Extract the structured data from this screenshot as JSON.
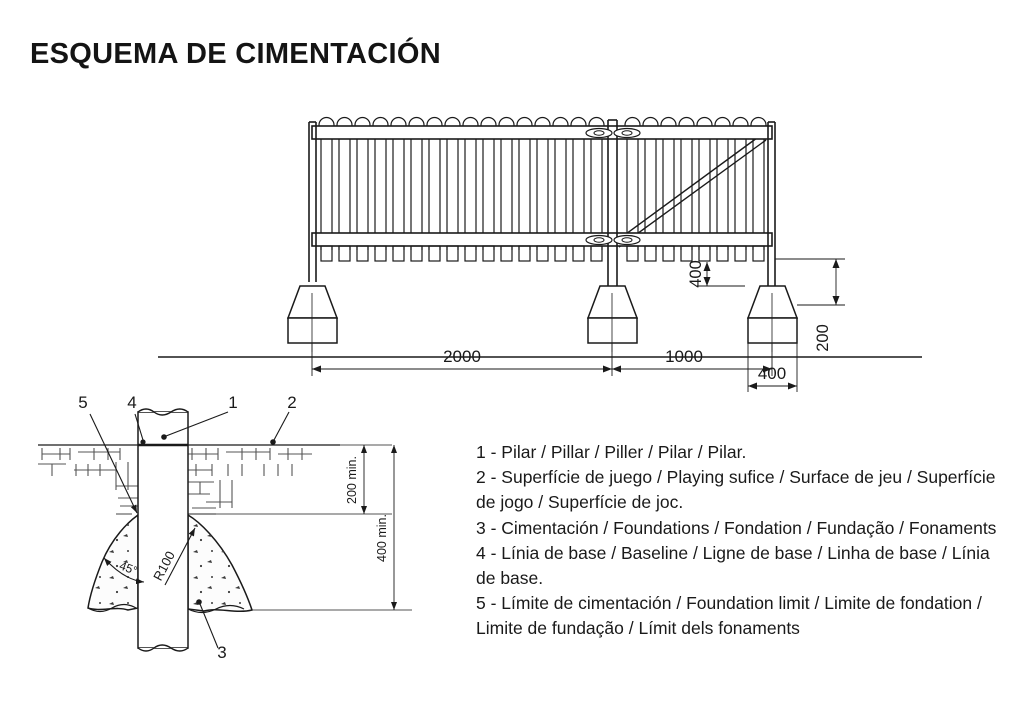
{
  "page": {
    "title": "ESQUEMA DE CIMENTACIÓN",
    "background_color": "#ffffff",
    "line_color": "#1a1a1a"
  },
  "elevation": {
    "name": "fence-foundation-elevation",
    "dimensions": {
      "span_left": "2000",
      "span_right": "1000",
      "footing_width": "400",
      "footing_depth": "400",
      "footing_base_height": "200"
    },
    "features": {
      "picket_count": 25,
      "post_count": 3,
      "hinge_count": 4,
      "diagonal_brace": true,
      "ground_line": true
    }
  },
  "detail": {
    "name": "pillar-foundation-detail",
    "callouts": [
      "5",
      "4",
      "1",
      "2",
      "3"
    ],
    "dimensions": {
      "surface_depth": "200 min.",
      "foundation_depth": "400 min.",
      "radius": "R100",
      "angle": "45°"
    }
  },
  "legend": {
    "items": [
      "1 - Pilar / Pillar / Piller / Pilar / Pilar.",
      "2 - Superfície de juego / Playing sufice / Surface de jeu / Superfície de jogo / Superfície de joc.",
      "3 - Cimentación / Foundations / Fondation / Fundação / Fonaments",
      "4 - Línia de base / Baseline / Ligne de base / Linha de base / Línia de base.",
      "5 - Límite de cimentación / Foundation limit / Limite de fondation / Limite de fundação / Límit dels fonaments"
    ]
  }
}
